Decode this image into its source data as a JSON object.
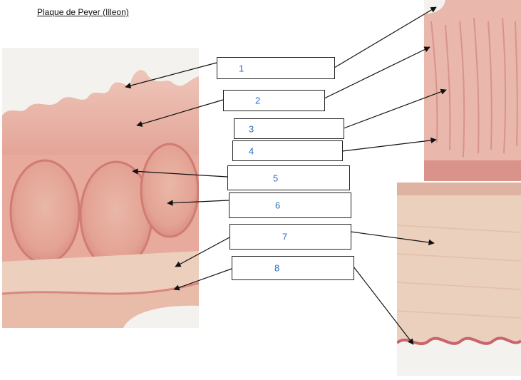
{
  "title": "Plaque de Peyer (Illeon)",
  "labels": [
    {
      "id": "1",
      "text": "1"
    },
    {
      "id": "2",
      "text": "2"
    },
    {
      "id": "3",
      "text": "3"
    },
    {
      "id": "4",
      "text": "4"
    },
    {
      "id": "5",
      "text": "5"
    },
    {
      "id": "6",
      "text": "6"
    },
    {
      "id": "7",
      "text": "7"
    },
    {
      "id": "8",
      "text": "8"
    }
  ],
  "colors": {
    "tissue": "#e8a9a0",
    "tissue_dark": "#d47a72",
    "tissue_light": "#f0d2c2",
    "label_text": "#2a6fc0",
    "arrow": "#111111"
  }
}
